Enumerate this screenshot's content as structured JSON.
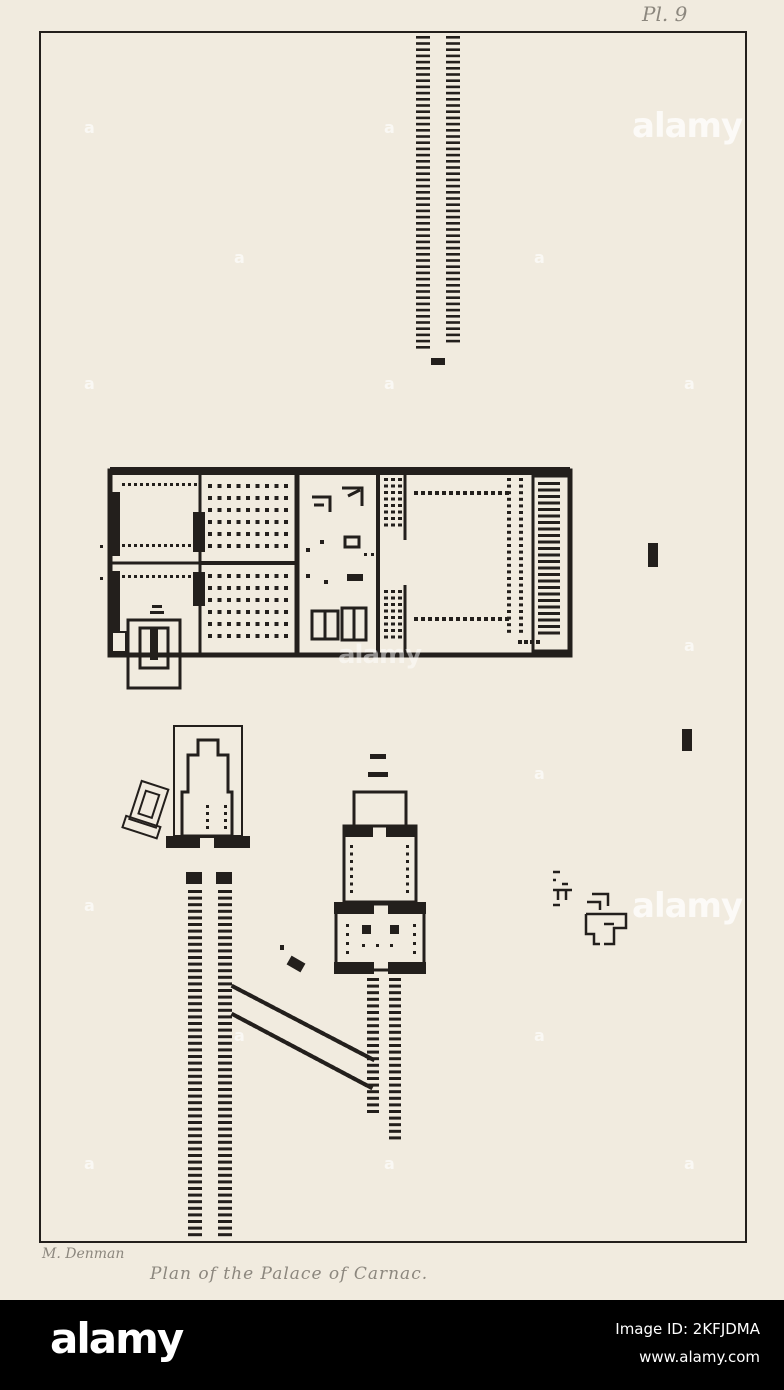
{
  "annotations": {
    "plate_number": "Pl. 9",
    "artist": "M. Denman",
    "title": "Plan of the Palace of Carnac."
  },
  "watermark": {
    "text": "alamy",
    "small_mark": "a"
  },
  "footer": {
    "logo": "alamy",
    "image_id_label": "Image ID: 2KFJDMA",
    "url": "www.alamy.com"
  },
  "colors": {
    "paper": "#f1ebdf",
    "ink": "#231f1c",
    "pencil": "#8c877e",
    "footer": "#000000"
  }
}
